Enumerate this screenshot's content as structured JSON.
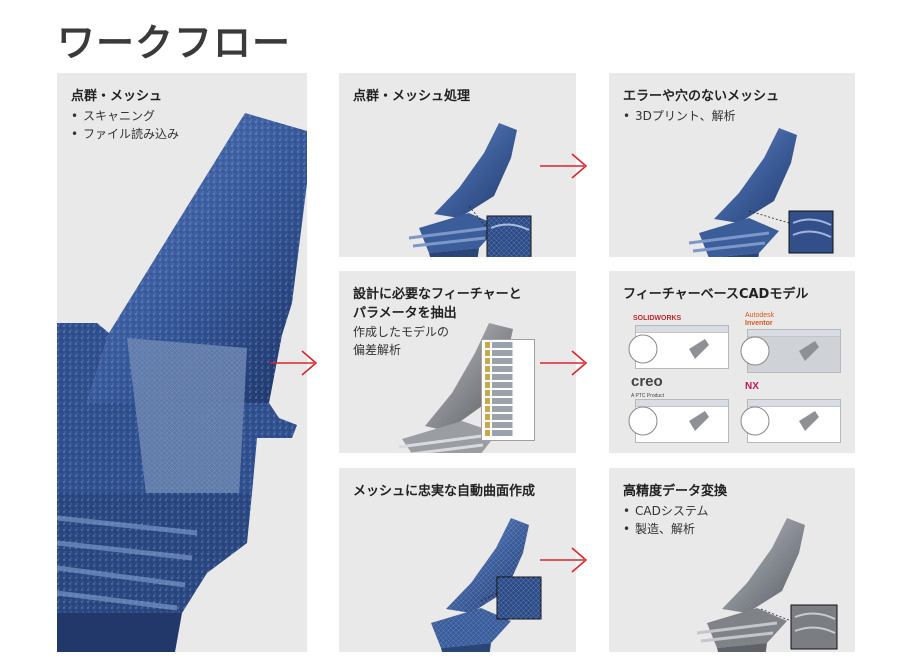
{
  "page_title": "ワークフロー",
  "panels": {
    "pointcloud": {
      "title": "点群・メッシュ",
      "bullets": [
        "スキャニング",
        "ファイル読み込み"
      ]
    },
    "processing": {
      "title": "点群・メッシュ処理"
    },
    "clean_mesh": {
      "title": "エラーや穴のないメッシュ",
      "bullets": [
        "3Dプリント、解析"
      ]
    },
    "extract": {
      "title_line1": "設計に必要なフィーチャーと",
      "title_line2": "パラメータを抽出",
      "desc_line1": "作成したモデルの",
      "desc_line2": "偏差解析"
    },
    "feature_cad": {
      "title": "フィーチャーベースCADモデル",
      "logos": {
        "solidworks": "SOLIDWORKS",
        "autodesk": "Autodesk",
        "inventor": "Inventor",
        "creo": "creo",
        "creo_sub": "A PTC Product",
        "nx": "NX"
      }
    },
    "auto_surface": {
      "title": "メッシュに忠実な自動曲面作成"
    },
    "convert": {
      "title": "高精度データ変換",
      "bullets": [
        "CADシステム",
        "製造、解析"
      ]
    }
  },
  "bullet_char": "•",
  "colors": {
    "panel_bg": "#e9e9e9",
    "arrow": "#d9262c",
    "blade_blue": "#3e5f9c",
    "blade_gray": "#8a8d92"
  }
}
